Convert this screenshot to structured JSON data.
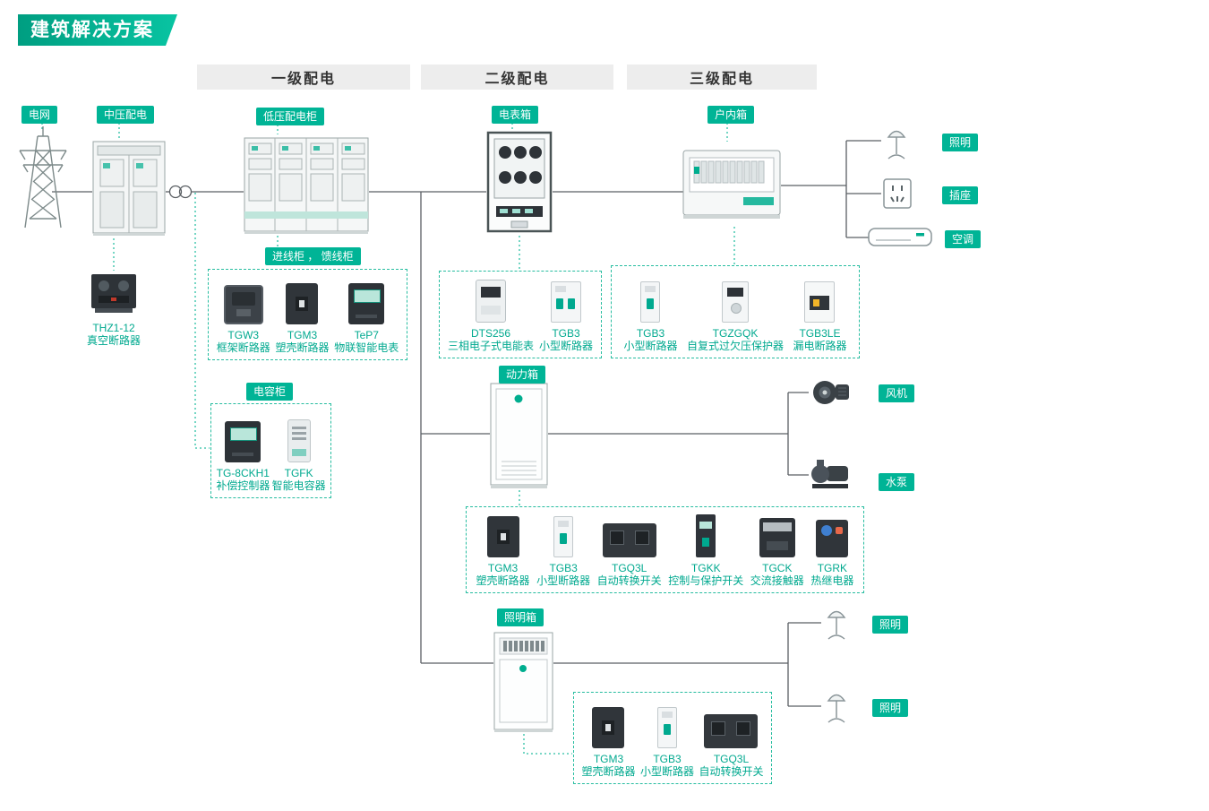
{
  "title": "建筑解决方案",
  "sections": {
    "primary": "一级配电",
    "secondary": "二级配电",
    "tertiary": "三级配电"
  },
  "badges": {
    "grid": "电网",
    "mv": "中压配电",
    "lv": "低压配电柜",
    "meter_box": "电表箱",
    "indoor_box": "户内箱",
    "incoming_feeder": "进线柜 ， 馈线柜",
    "capacitor": "电容柜",
    "power_box": "动力箱",
    "lighting_box": "照明箱"
  },
  "loads": {
    "lighting_top": "照明",
    "socket": "插座",
    "aircon": "空调",
    "fan": "风机",
    "pump": "水泵",
    "lighting_mid": "照明",
    "lighting_bottom": "照明"
  },
  "mv_product": {
    "name": "THZ1-12",
    "desc": "真空断路器"
  },
  "groups": {
    "incoming": [
      {
        "name": "TGW3",
        "desc": "框架断路器"
      },
      {
        "name": "TGM3",
        "desc": "塑壳断路器"
      },
      {
        "name": "TeP7",
        "desc": "物联智能电表"
      }
    ],
    "meter": [
      {
        "name": "DTS256",
        "desc": "三相电子式电能表"
      },
      {
        "name": "TGB3",
        "desc": "小型断路器"
      }
    ],
    "indoor": [
      {
        "name": "TGB3",
        "desc": "小型断路器"
      },
      {
        "name": "TGZGQK",
        "desc": "自复式过欠压保护器"
      },
      {
        "name": "TGB3LE",
        "desc": "漏电断路器"
      }
    ],
    "capacitor": [
      {
        "name": "TG-8CKH1",
        "desc": "补偿控制器"
      },
      {
        "name": "TGFK",
        "desc": "智能电容器"
      }
    ],
    "power": [
      {
        "name": "TGM3",
        "desc": "塑壳断路器"
      },
      {
        "name": "TGB3",
        "desc": "小型断路器"
      },
      {
        "name": "TGQ3L",
        "desc": "自动转换开关"
      },
      {
        "name": "TGKK",
        "desc": "控制与保护开关"
      },
      {
        "name": "TGCK",
        "desc": "交流接触器"
      },
      {
        "name": "TGRK",
        "desc": "热继电器"
      }
    ],
    "lighting": [
      {
        "name": "TGM3",
        "desc": "塑壳断路器"
      },
      {
        "name": "TGB3",
        "desc": "小型断路器"
      },
      {
        "name": "TGQ3L",
        "desc": "自动转换开关"
      }
    ]
  },
  "colors": {
    "accent": "#00AE8F",
    "badge_bg": "#00B496",
    "header_bg": "#EDEDED",
    "line": "#5A5F63",
    "dashed": "#27BDA0"
  }
}
